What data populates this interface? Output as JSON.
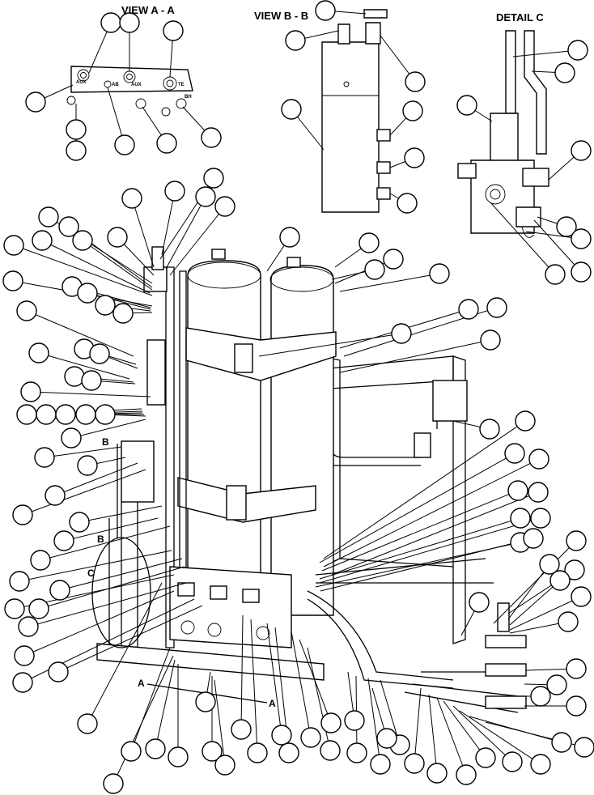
{
  "views": {
    "view_aa": "VIEW A - A",
    "view_bb": "VIEW B - B",
    "detail_c": "DETAIL C"
  },
  "port_labels": {
    "p1": "AUX",
    "p2": "AUX",
    "p3": "AB",
    "p4": "TE",
    "p5": "BH"
  },
  "section_markers": {
    "a_left": "A",
    "a_right": "A",
    "b_top": "B",
    "b_bottom": "B",
    "c": "C"
  }
}
